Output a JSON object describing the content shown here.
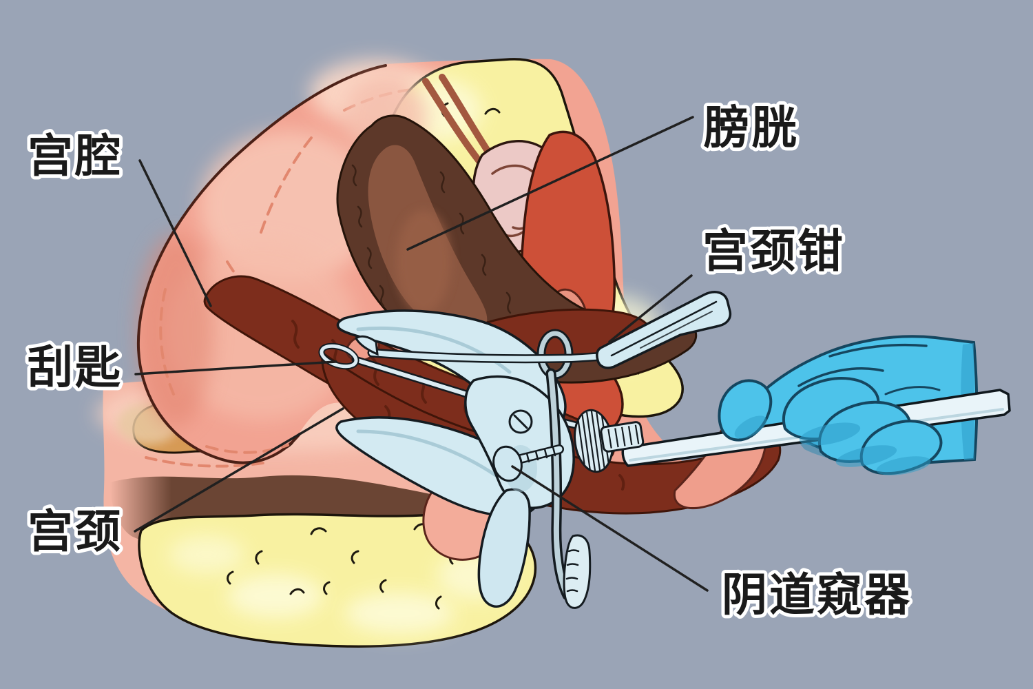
{
  "background": "#9aa4b6",
  "labels": [
    {
      "id": "uterine-cavity",
      "text": "宫腔"
    },
    {
      "id": "curette",
      "text": "刮匙"
    },
    {
      "id": "cervix",
      "text": "宫颈"
    },
    {
      "id": "bladder",
      "text": "膀胱"
    },
    {
      "id": "cervical-forceps",
      "text": "宫颈钳"
    },
    {
      "id": "vaginal-speculum",
      "text": "阴道窥器"
    }
  ],
  "palette": {
    "background": "#9aa4b6",
    "label_text": "#1a1a1a",
    "label_halo": "#ffffff",
    "leader_line": "#202020",
    "tissue_pink": "#f2a392",
    "cavity_maroon": "#7d2d1c",
    "organ_dark_brown": "#5d3829",
    "fat_yellow": "#f8f1a1",
    "bowel_tan": "#d69a55",
    "instrument_blue": "#d3eaf2",
    "glove_cyan": "#4dc3ea",
    "curette_handle": "#e9f4f9",
    "red_tissue": "#cd5038",
    "ovary_pink": "#ecc9c6"
  }
}
